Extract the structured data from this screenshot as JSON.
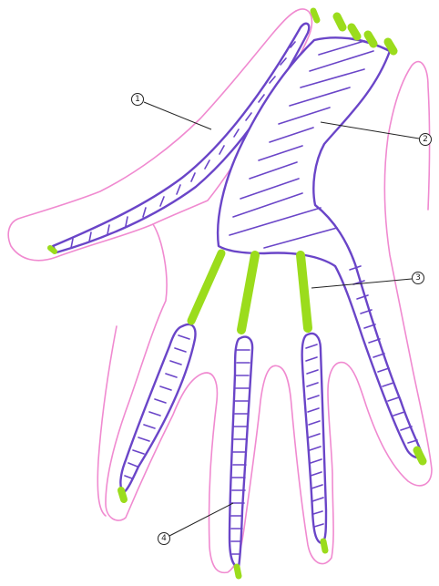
{
  "diagram": {
    "colors": {
      "skin_outline": "#f08ad0",
      "tendon_outline": "#6a45c8",
      "tendon_hatch": "#6a45c8",
      "attachment": "#9bdc1c",
      "leader": "#222222"
    },
    "callouts": [
      {
        "id": "callout-1",
        "label": "1"
      },
      {
        "id": "callout-2",
        "label": "2"
      },
      {
        "id": "callout-3",
        "label": "3"
      },
      {
        "id": "callout-4",
        "label": "4"
      }
    ]
  }
}
